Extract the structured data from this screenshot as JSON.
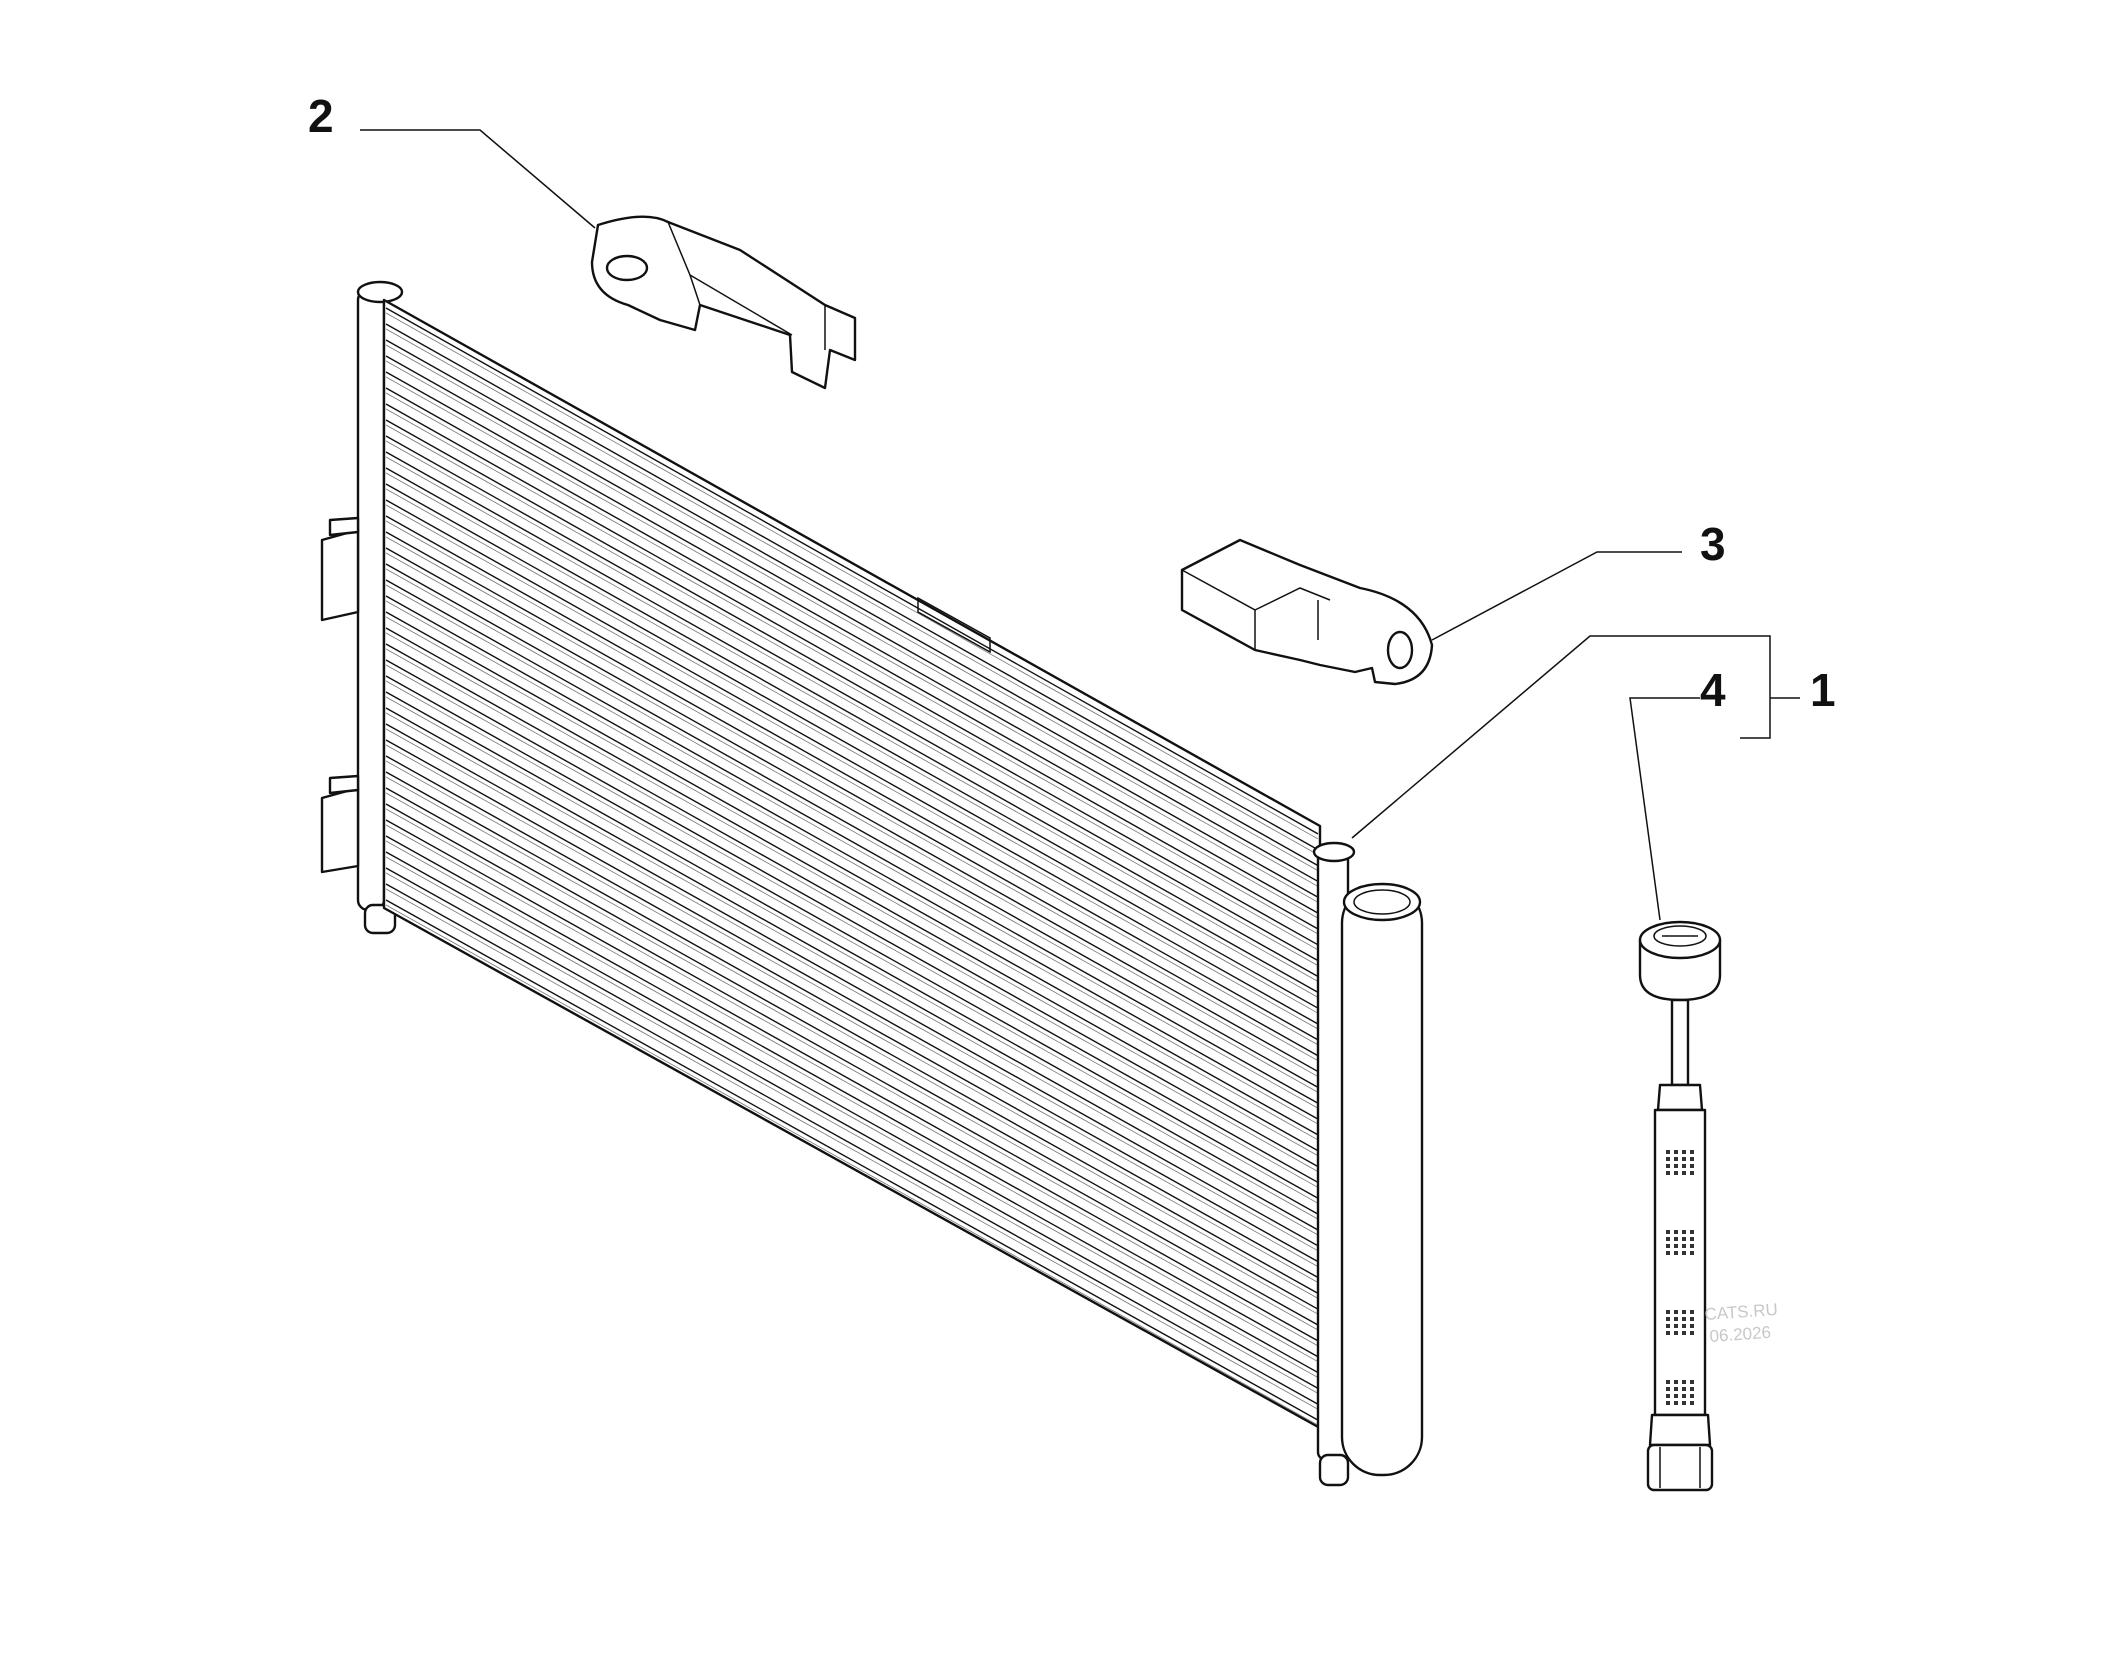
{
  "callouts": [
    {
      "id": "2",
      "label": "2"
    },
    {
      "id": "3",
      "label": "3"
    },
    {
      "id": "4",
      "label": "4"
    },
    {
      "id": "1",
      "label": "1"
    }
  ],
  "watermark": {
    "line1": "CATS.RU",
    "line2": "06.2026"
  },
  "parts": [
    {
      "ref": "1",
      "icon": "condenser-assembly-icon"
    },
    {
      "ref": "2",
      "icon": "upper-bracket-icon"
    },
    {
      "ref": "3",
      "icon": "side-bracket-icon"
    },
    {
      "ref": "4",
      "icon": "receiver-drier-icon"
    }
  ],
  "colors": {
    "line": "#111111",
    "background": "#ffffff",
    "watermark": "#c8c8c8"
  }
}
